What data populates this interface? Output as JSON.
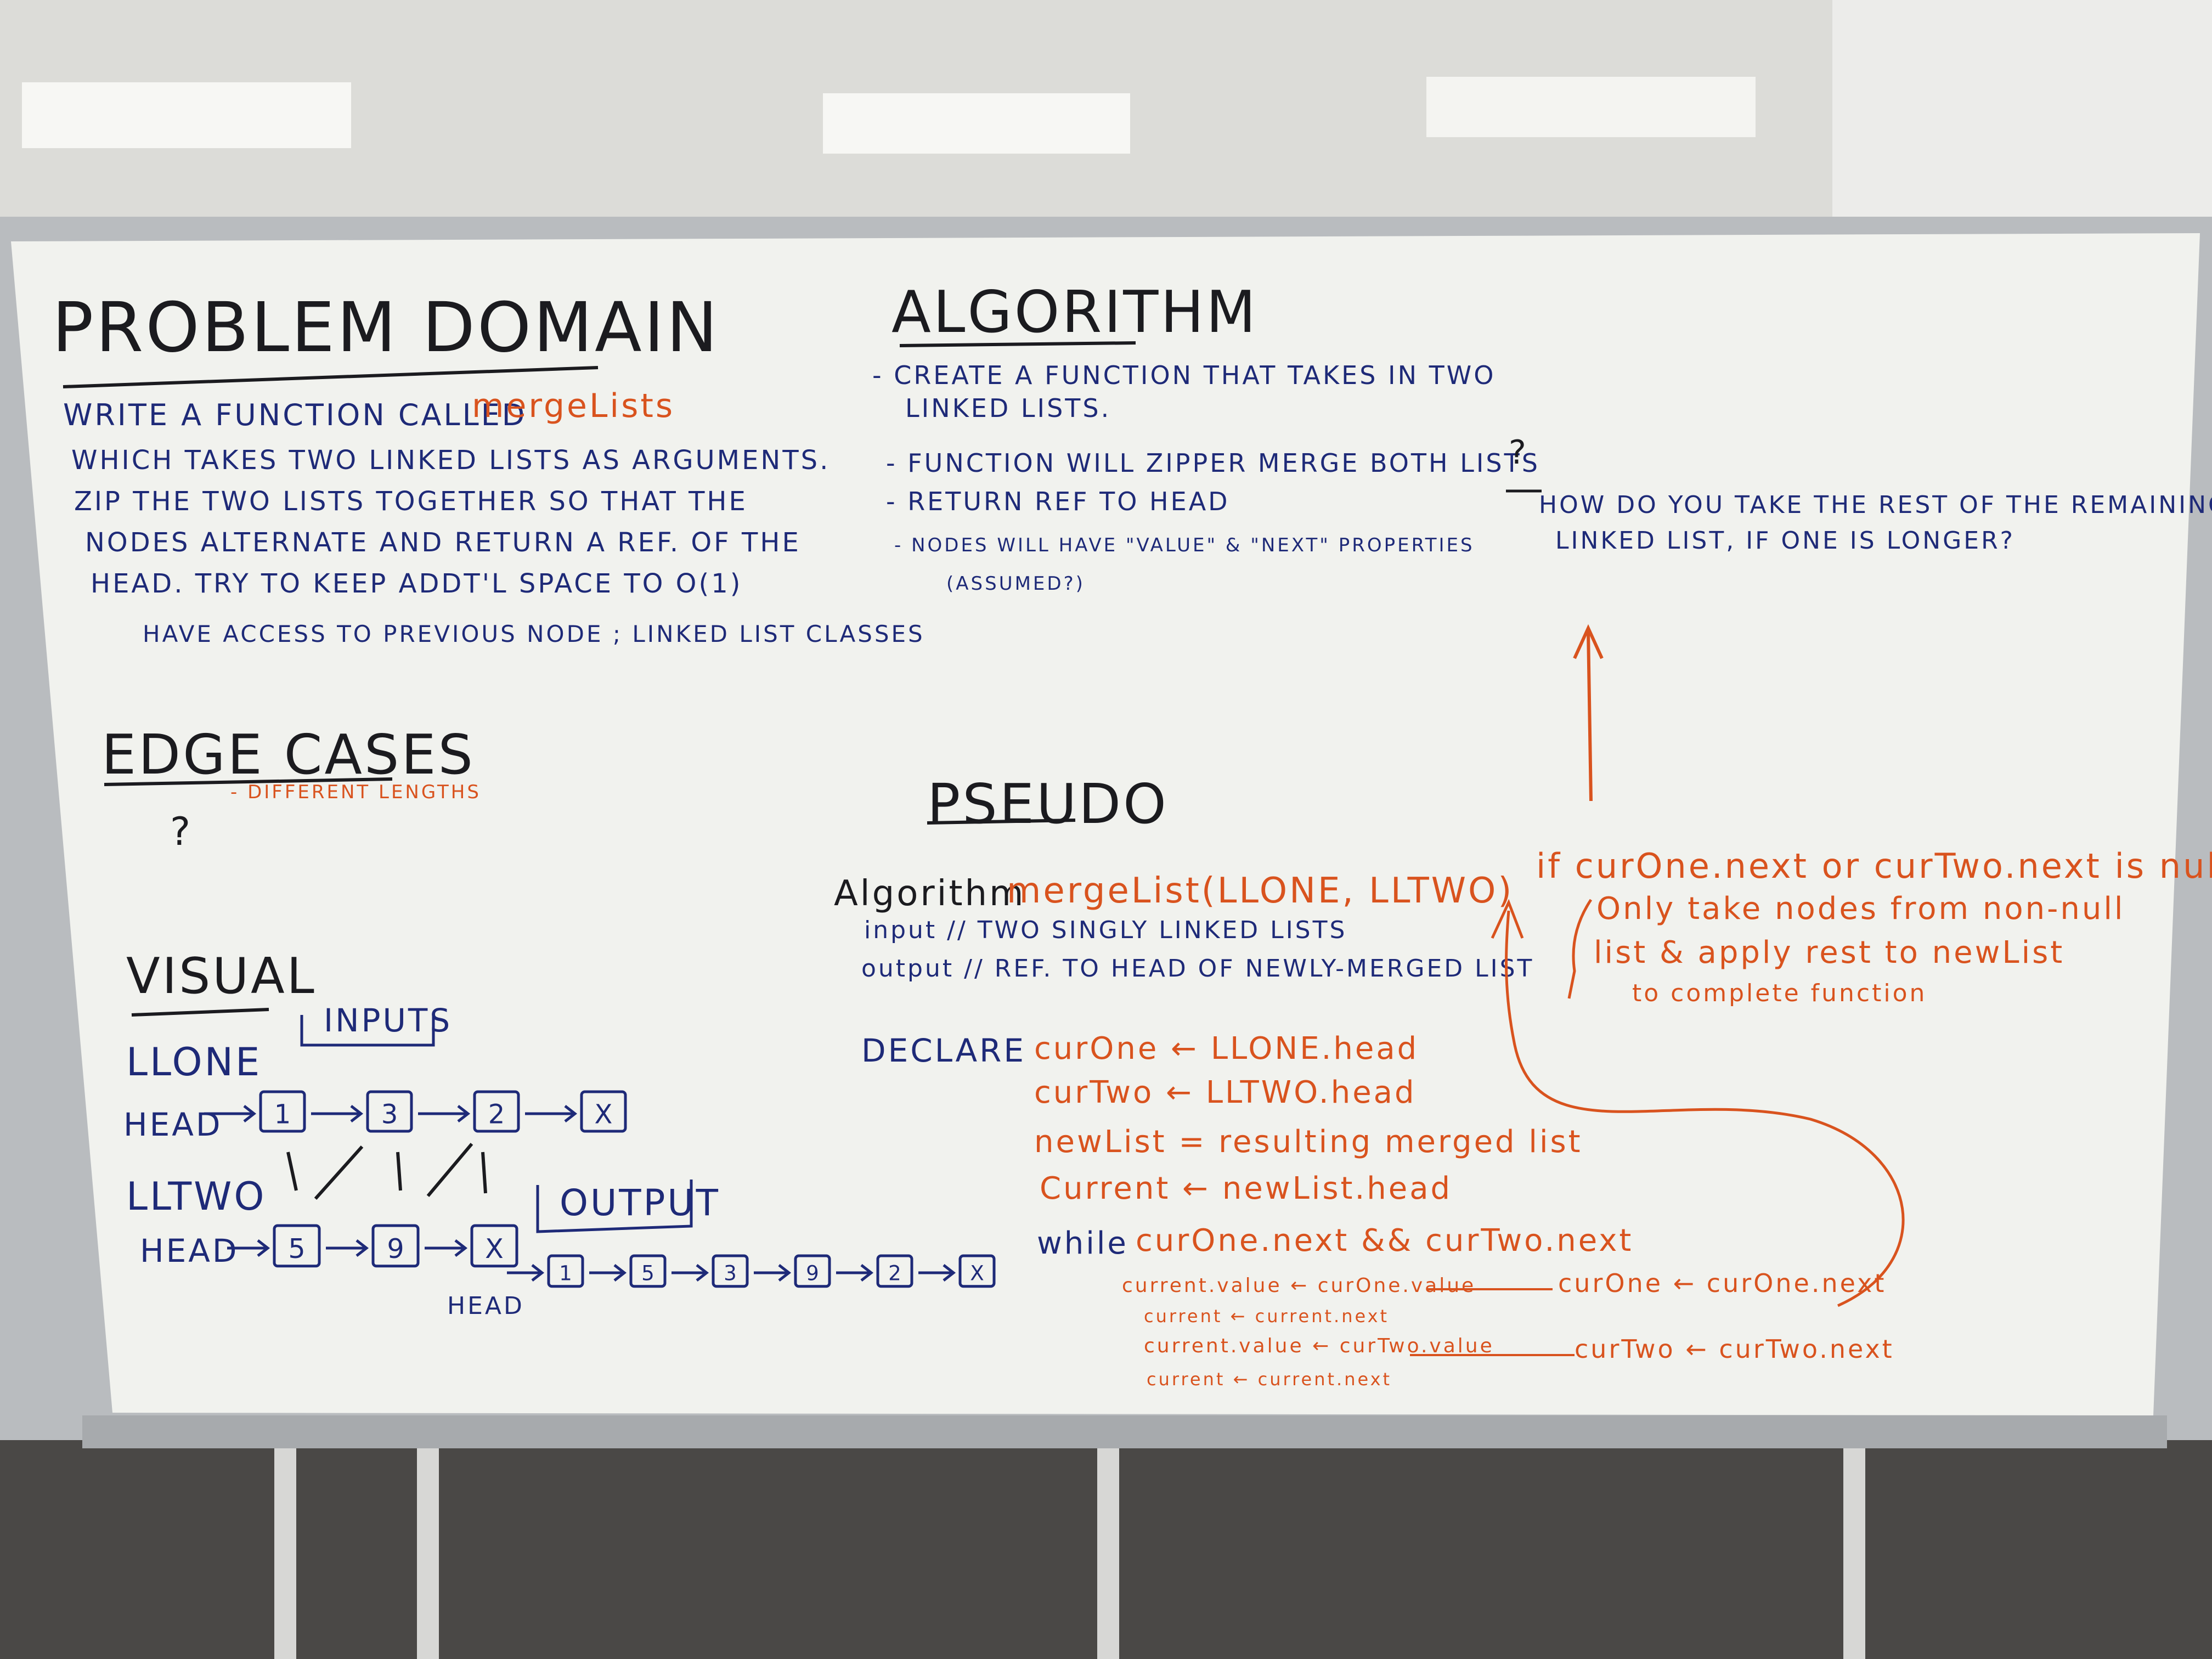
{
  "colors": {
    "black_marker": "#1b1b1f",
    "blue_marker": "#1e2a78",
    "orange_marker": "#d9531e",
    "board": "#f1f2ee",
    "frame": "#b9bcbf"
  },
  "problem_domain": {
    "heading": "PROBLEM DOMAIN",
    "lines": [
      "WRITE A FUNCTION CALLED",
      "WHICH TAKES TWO LINKED LISTS AS ARGUMENTS.",
      "ZIP THE TWO LISTS TOGETHER SO THAT THE",
      "NODES ALTERNATE AND RETURN A REF. OF THE",
      "HEAD. TRY TO KEEP ADDT'L SPACE TO O(1)",
      "HAVE ACCESS TO PREVIOUS NODE ; LINKED LIST CLASSES"
    ],
    "function_name": "mergeLists"
  },
  "algorithm": {
    "heading": "ALGORITHM",
    "lines": [
      "- CREATE A FUNCTION THAT TAKES IN TWO",
      "LINKED LISTS.",
      "- FUNCTION WILL ZIPPER MERGE BOTH LISTS",
      "- RETURN REF TO HEAD",
      "- NODES WILL HAVE \"VALUE\" & \"NEXT\" PROPERTIES",
      "(ASSUMED?)"
    ]
  },
  "question": {
    "mark": "?",
    "lines": [
      "HOW DO YOU TAKE THE REST OF THE REMAINING",
      "LINKED LIST, IF ONE IS LONGER?"
    ]
  },
  "edge_cases": {
    "heading": "EDGE CASES",
    "item": "- DIFFERENT LENGTHS",
    "mark": "?"
  },
  "visual": {
    "heading": "VISUAL",
    "inputs_label": "INPUTS",
    "output_label": "OUTPUT",
    "list_one_label": "LLONE",
    "list_two_label": "LLTWO",
    "head_label": "HEAD",
    "list_one_nodes": [
      "1",
      "3",
      "2",
      "X"
    ],
    "list_two_nodes": [
      "5",
      "9",
      "X"
    ],
    "output_nodes": [
      "1",
      "5",
      "3",
      "9",
      "2",
      "X"
    ]
  },
  "pseudo": {
    "heading": "PSEUDO",
    "algorithm_word": "Algorithm",
    "signature": "mergeList(LLONE, LLTWO)",
    "input_line": "input // TWO SINGLY LINKED LISTS",
    "output_line": "output // REF. TO HEAD OF NEWLY-MERGED LIST",
    "declare_word": "DECLARE",
    "declarations": [
      "curOne ← LLONE.head",
      "curTwo ← LLTWO.head",
      "newList = resulting merged list",
      "Current ← newList.head"
    ],
    "while_word": "while",
    "while_cond": "curOne.next && curTwo.next",
    "loop_body": [
      "current.value ← curOne.value",
      "current ← current.next",
      "current.value ← curTwo.value",
      "current ← current.next"
    ],
    "side_notes": [
      "curOne ← curOne.next",
      "curTwo ← curTwo.next"
    ]
  },
  "if_block": {
    "line1": "if curOne.next or curTwo.next is null",
    "line2": "Only take nodes from non-null",
    "line3": "list & apply rest to newList",
    "line4": "to complete function"
  }
}
